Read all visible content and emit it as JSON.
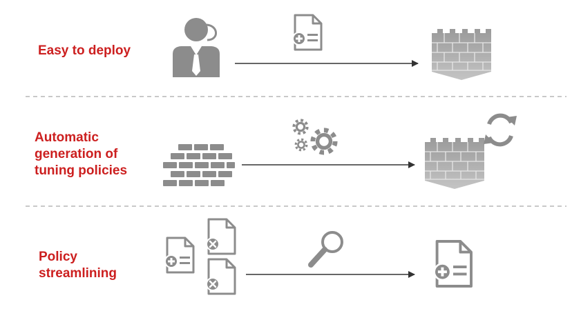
{
  "rows": [
    {
      "label_lines": [
        "Easy to deploy"
      ]
    },
    {
      "label_lines": [
        "Automatic",
        "generation of",
        "tuning policies"
      ]
    },
    {
      "label_lines": [
        "Policy",
        "streamlining"
      ]
    }
  ],
  "icons": {
    "row1": [
      "person-headset-icon",
      "add-policy-document-icon",
      "firewall-icon"
    ],
    "row2": [
      "brick-wall-icon",
      "gears-icon",
      "firewall-icon",
      "refresh-icon"
    ],
    "row3": [
      "add-policy-document-icon",
      "remove-policy-document-icon",
      "remove-policy-document-icon",
      "magnifier-icon",
      "add-policy-document-icon"
    ]
  },
  "colors": {
    "label": "#cc1f1f",
    "icon": "#8c8c8c",
    "divider": "#c8c8c8",
    "arrow": "#333333"
  }
}
